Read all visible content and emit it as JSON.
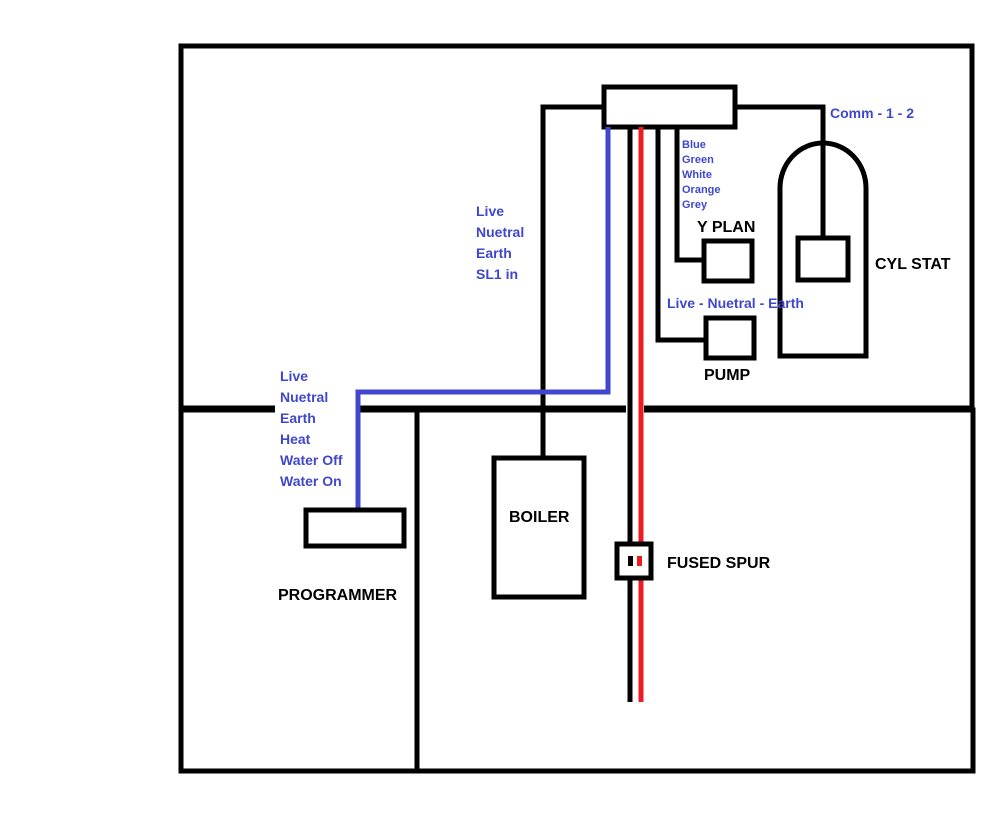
{
  "colors": {
    "wire_black": "#000000",
    "wire_blue": "#3f48cc",
    "wire_red": "#ed1c24",
    "label_blue": "#3f48cc"
  },
  "components": {
    "y_plan": "Y PLAN",
    "cyl_stat": "CYL STAT",
    "pump": "PUMP",
    "boiler": "BOILER",
    "fused_spur": "FUSED SPUR",
    "programmer": "PROGRAMMER"
  },
  "labels": {
    "comm": "Comm - 1 - 2",
    "y_plan_wires": [
      "Blue",
      "Green",
      "White",
      "Orange",
      "Grey"
    ],
    "boiler_cable": [
      "Live",
      "Nuetral",
      "Earth",
      "SL1 in"
    ],
    "programmer_cable": [
      "Live",
      "Nuetral",
      "Earth",
      "Heat",
      "Water Off",
      "Water On"
    ],
    "pump_cable": "Live - Nuetral - Earth"
  }
}
